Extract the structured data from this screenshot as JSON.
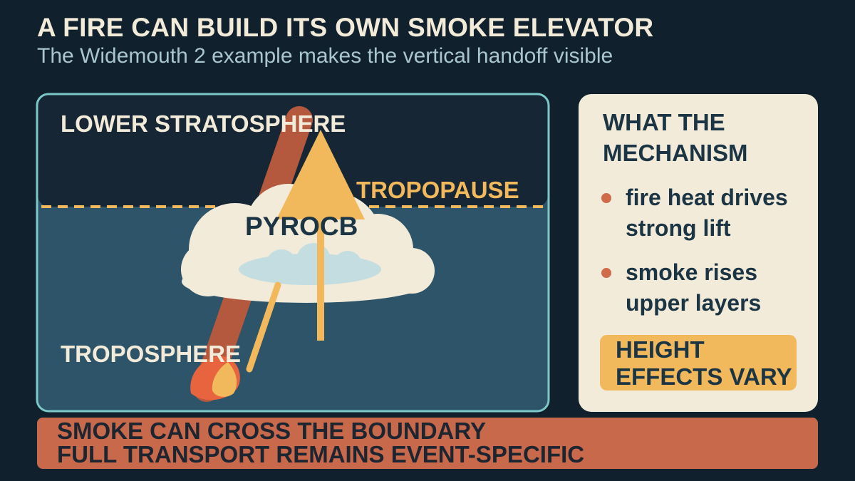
{
  "header": {
    "title": "A FIRE CAN BUILD ITS OWN SMOKE ELEVATOR",
    "subtitle": "The Widemouth 2 example makes the vertical handoff visible"
  },
  "diagram": {
    "stratosphere_label": "LOWER STRATOSPHERE",
    "troposphere_label": "TROPOSPHERE",
    "tropopause_label": "TROPOPAUSE",
    "cloud_label": "PYROCB",
    "icons": [
      "fire-icon",
      "smoke-plume",
      "pyrocb-cloud-icon",
      "up-arrow-icon"
    ],
    "colors": {
      "stratosphere": "#162635",
      "troposphere": "#2d5468",
      "frame": "#7cc7c8",
      "tropopause": "#f1b95c",
      "smoke": "#b4583e",
      "arrow": "#f1b95c",
      "cloud": "#f3ebda",
      "flame": "#e8643f"
    }
  },
  "sidebar": {
    "heading_line1": "WHAT THE",
    "heading_line2": "MECHANISM",
    "items": [
      {
        "line1": "fire heat drives",
        "line2": "strong lift"
      },
      {
        "line1": "smoke rises",
        "line2": "upper layers"
      }
    ],
    "callout_line1": "HEIGHT",
    "callout_line2": "EFFECTS VARY"
  },
  "footer": {
    "line1": "SMOKE CAN CROSS THE BOUNDARY",
    "line2": "FULL TRANSPORT REMAINS EVENT-SPECIFIC"
  }
}
